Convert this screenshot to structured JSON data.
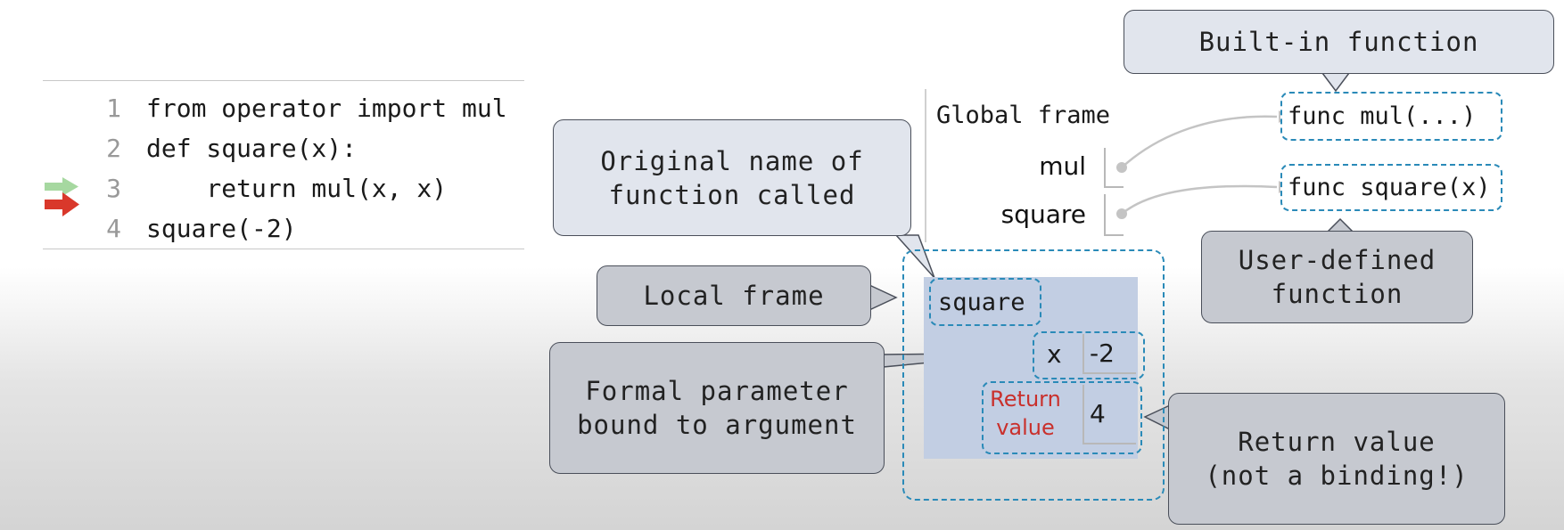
{
  "code": {
    "lines": [
      {
        "num": "1",
        "text": "from operator import mul"
      },
      {
        "num": "2",
        "text": "def square(x):"
      },
      {
        "num": "3",
        "text": "    return mul(x, x)"
      },
      {
        "num": "4",
        "text": "square(-2)"
      }
    ],
    "arrow_colors": {
      "prev": "#a6d8a0",
      "next": "#d9382b"
    }
  },
  "global_frame": {
    "label": "Global frame",
    "vars": [
      {
        "name": "mul",
        "value": "func mul(...)"
      },
      {
        "name": "square",
        "value": "func square(x)"
      }
    ]
  },
  "local_frame": {
    "name": "square",
    "param": {
      "name": "x",
      "value": "-2"
    },
    "return": {
      "label_line1": "Return",
      "label_line2": "value",
      "value": "4",
      "label_color": "#c9302c"
    }
  },
  "callouts": {
    "builtin": "Built-in function",
    "user_defined": "User-defined\nfunction",
    "original_name": "Original name of\nfunction called",
    "local_frame": "Local frame",
    "formal_param": "Formal parameter\nbound to argument",
    "return_value": "Return value\n(not a binding!)"
  },
  "colors": {
    "dashed": "#2a8ab8",
    "local_bg": "#c2cee3",
    "bubble_light": "#e1e5ed",
    "bubble_dark": "#c6c9d0"
  }
}
